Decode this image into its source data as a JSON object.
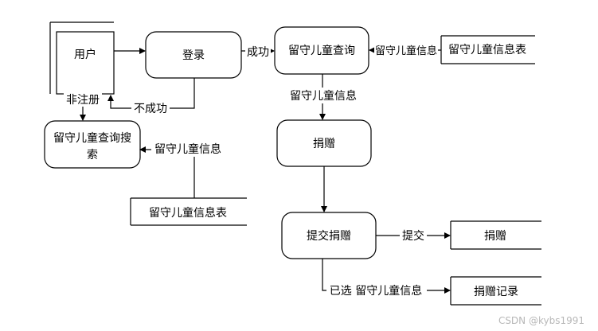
{
  "nodes": {
    "user": "用户",
    "login": "登录",
    "query": "留守儿童查询",
    "search_line1": "留守儿童查询搜",
    "search_line2": "索",
    "donate": "捐赠",
    "submit": "提交捐赠",
    "store_top": "留守儿童信息表",
    "store_left": "留守儿童信息表",
    "store_donate": "捐赠",
    "store_record": "捐赠记录"
  },
  "edges": {
    "success": "成功",
    "fail": "不成功",
    "unregistered": "非注册",
    "info_from_store_top": "留守儿童信息",
    "info_query_to_donate": "留守儿童信息",
    "info_to_search": "留守儿童信息",
    "submit_label": "提交",
    "selected_info": "已选 留守儿童信息"
  },
  "watermark": "CSDN @kybs1991",
  "colors": {
    "line": "#000000",
    "watermark": "#b8b8b8"
  }
}
